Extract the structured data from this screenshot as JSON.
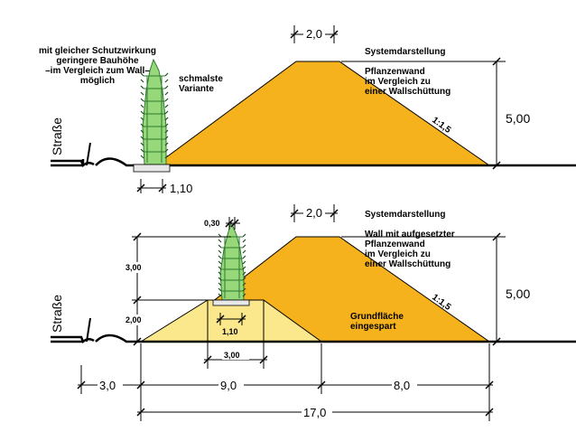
{
  "top": {
    "title": "Systemdarstellung",
    "desc_lines": [
      "Pflanzenwand",
      "im Vergleich zu",
      "einer Wallschüttung"
    ],
    "note_lines": [
      "mit gleicher Schutzwirkung",
      "geringere Bauhöhe",
      "–im Vergleich zum Wall–",
      "möglich"
    ],
    "variant_lines": [
      "schmalste",
      "Variante"
    ],
    "road": "Straße",
    "crest_width": "2,0",
    "slope": "1:1,5",
    "height": "5,00",
    "base_width": "1,10"
  },
  "bottom": {
    "title": "Systemdarstellung",
    "desc_lines": [
      "Wall mit aufgesetzter",
      "Pflanzenwand",
      "im Vergleich zu",
      "einer Wallschüttung"
    ],
    "road": "Straße",
    "crest_width": "2,0",
    "slope": "1:1,5",
    "height": "5,00",
    "top_width": "0,30",
    "wall_height": "3,00",
    "base_height": "2,00",
    "wall_base": "1,10",
    "plinth_width": "3,00",
    "footprint_lines": [
      "Grundfläche",
      "eingespart"
    ],
    "dim_left": "3,0",
    "dim_mid": "9,0",
    "dim_right": "8,0",
    "dim_total": "17,0"
  },
  "colors": {
    "embankment": "#f5b21c",
    "plinth": "#fbe88c",
    "hedge": "#96d87a",
    "hedge_dark": "#2f7a2f",
    "ground": "#000000"
  }
}
